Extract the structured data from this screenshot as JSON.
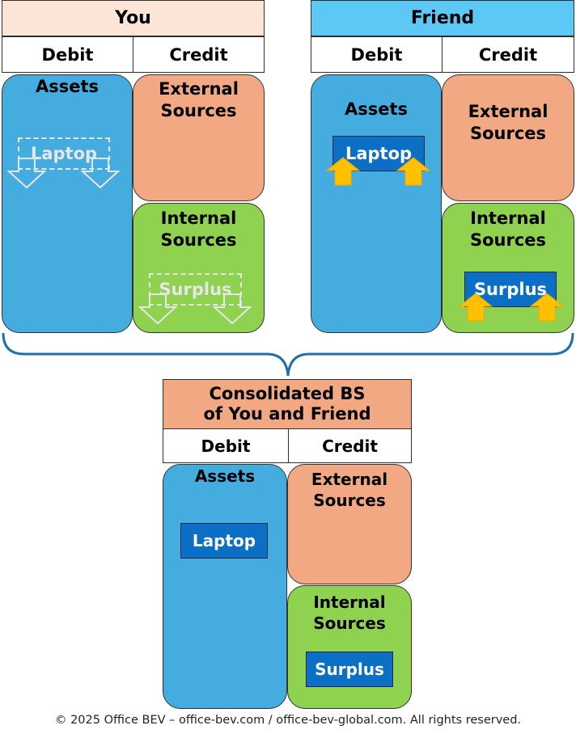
{
  "you": {
    "title": "You",
    "debit": "Debit",
    "credit": "Credit",
    "assets": "Assets",
    "external": "External Sources",
    "internal": "Internal Sources",
    "laptop": "Laptop",
    "surplus": "Surplus"
  },
  "friend": {
    "title": "Friend",
    "debit": "Debit",
    "credit": "Credit",
    "assets": "Assets",
    "external": "External Sources",
    "internal": "Internal Sources",
    "laptop": "Laptop",
    "surplus": "Surplus"
  },
  "consolidated": {
    "title_line1": "Consolidated BS",
    "title_line2": "of You and Friend",
    "debit": "Debit",
    "credit": "Credit",
    "assets": "Assets",
    "external": "External Sources",
    "internal": "Internal Sources",
    "laptop": "Laptop",
    "surplus": "Surplus"
  },
  "footer": "© 2025 Office BEV – office-bev.com / office-bev-global.com. All rights reserved.",
  "colors": {
    "you_title_bg": "#fce4d6",
    "friend_title_bg": "#5bc8f5",
    "consolidated_title_bg": "#f2a883",
    "assets": "#45ace0",
    "external_sources": "#f2a883",
    "internal_sources": "#8ed24f",
    "item": "#0c6fc6",
    "arrow_up": "#ffc000"
  }
}
